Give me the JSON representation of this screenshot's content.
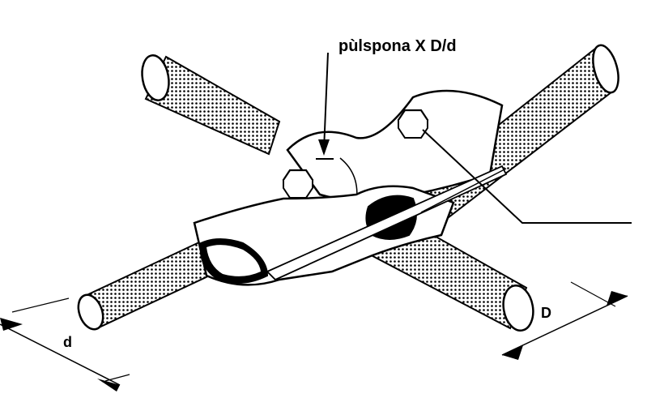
{
  "labels": {
    "callout": "pùlspona X D/d",
    "small_diameter": "d",
    "large_diameter": "D"
  },
  "colors": {
    "ink": "#000000",
    "paper": "#ffffff"
  }
}
